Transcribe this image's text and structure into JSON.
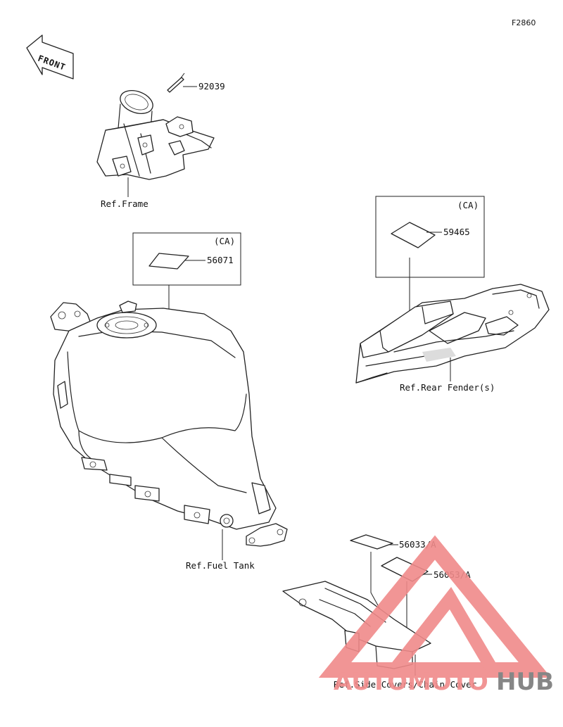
{
  "figure_code": "F2860",
  "front_label": "FRONT",
  "parts": {
    "p92039": "92039",
    "p56071": "56071",
    "p59465": "59465",
    "p56033": "56033/A",
    "p56053": "56053/A"
  },
  "boxes": {
    "left_tag": "(CA)",
    "right_tag": "(CA)"
  },
  "refs": {
    "frame": "Ref.Frame",
    "fuel_tank": "Ref.Fuel Tank",
    "rear_fender": "Ref.Rear Fender(s)",
    "side_covers": "Ref.Side Covers/Chain Cover"
  },
  "watermark": {
    "part1": "AUTOMOTO",
    "part2": "HUB",
    "accent_color": "#f08a8a",
    "secondary_color": "#7a7a7a"
  }
}
